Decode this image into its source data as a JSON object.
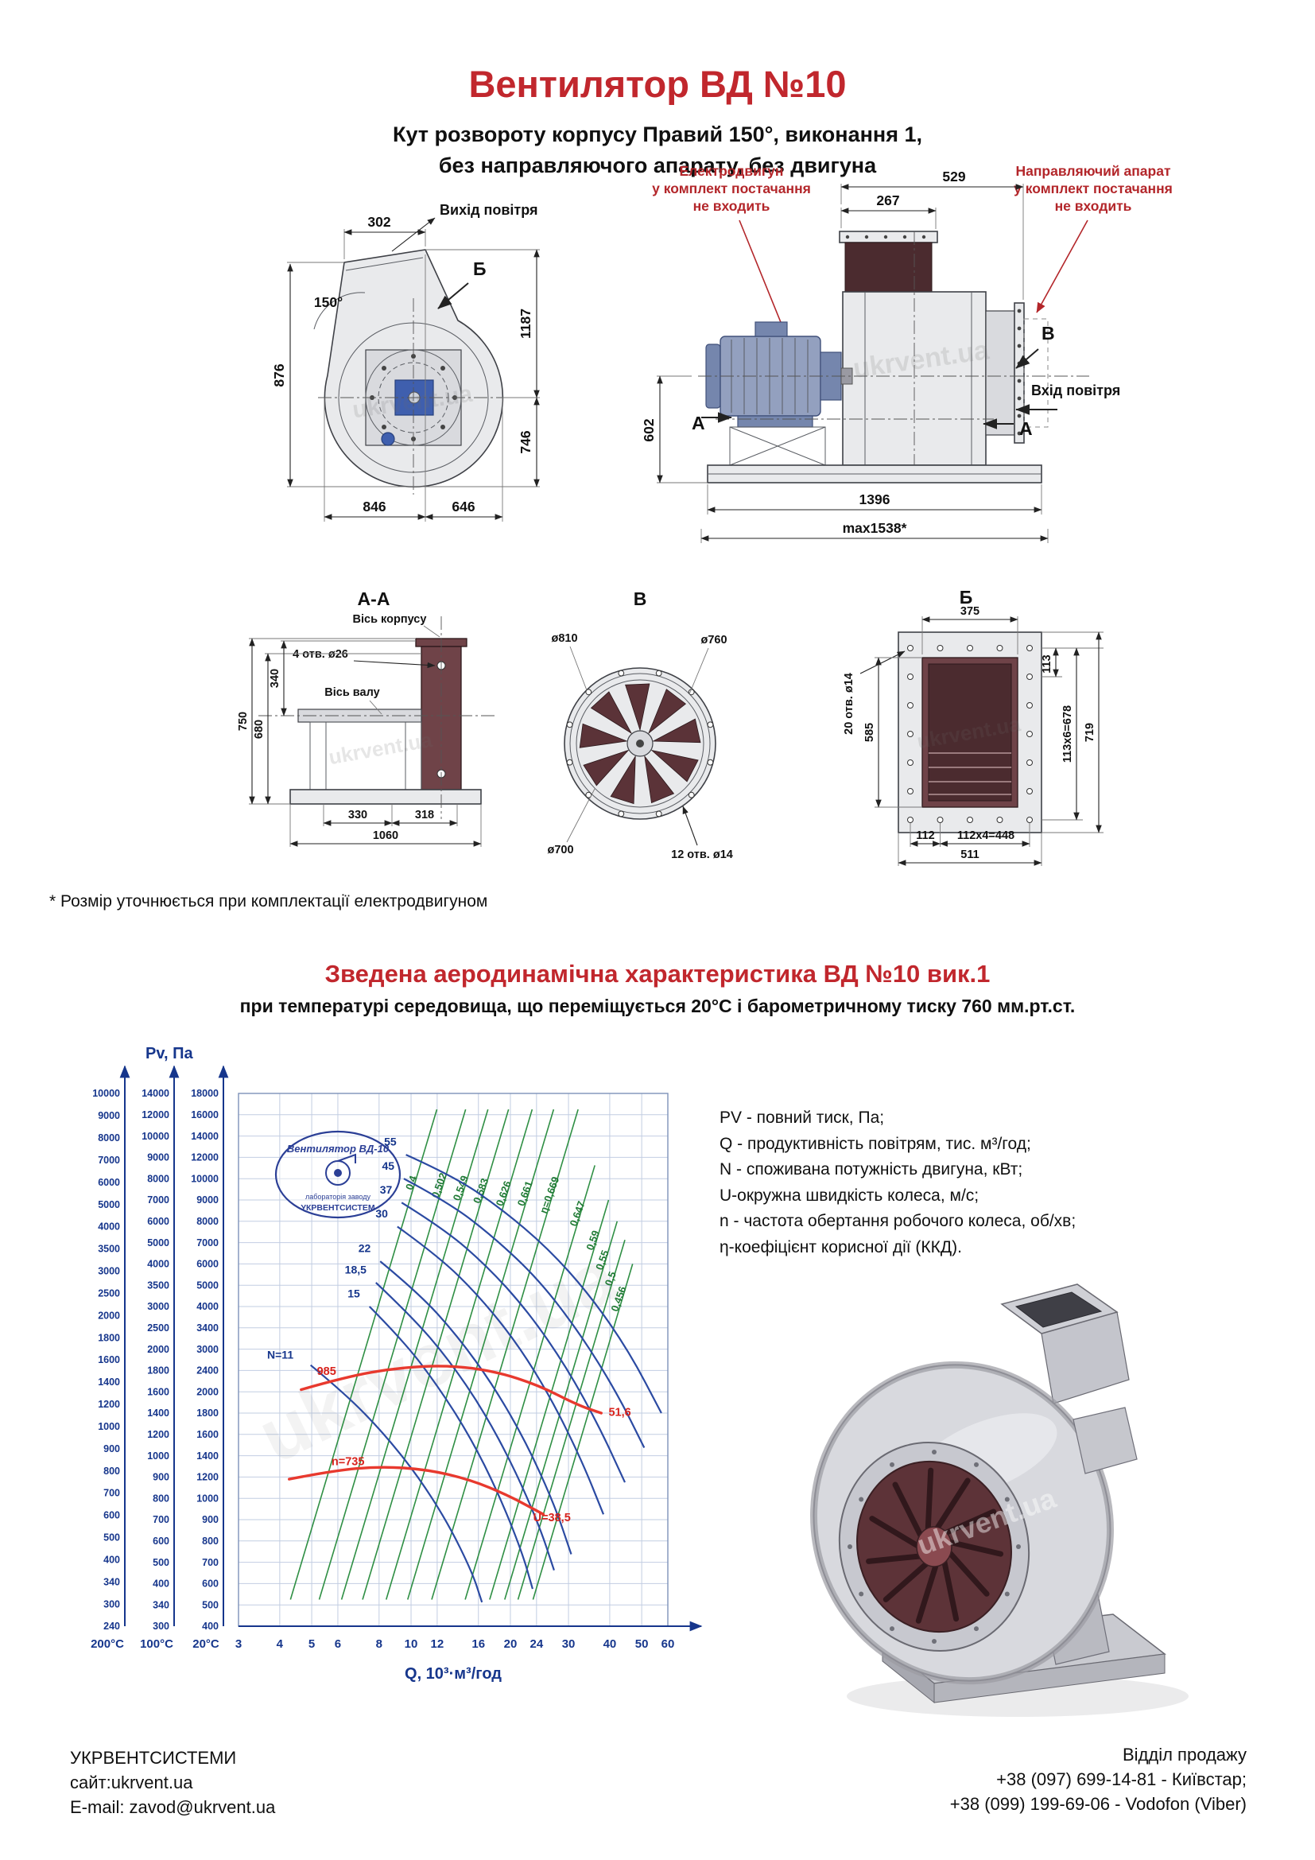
{
  "watermark": "ukrvent.ua",
  "header": {
    "title": "Вентилятор ВД №10",
    "subtitle1": "Кут розвороту корпусу Правий 150°, виконання 1,",
    "subtitle2": "без направляючого апарату, без двигуна"
  },
  "side_view": {
    "dim_302": "302",
    "angle": "150°",
    "label_b": "Б",
    "air_out": "Вихід повітря",
    "dim_876": "876",
    "dim_1187": "1187",
    "dim_746": "746",
    "dim_846": "846",
    "dim_646": "646"
  },
  "front_view": {
    "note_motor": [
      "Електродвигун",
      "у комплект постачання",
      "не входить"
    ],
    "note_guide": [
      "Направляючий апарат",
      "у комплект постачання",
      "не входить"
    ],
    "dim_267": "267",
    "dim_529": "529",
    "dim_602": "602",
    "dim_1396": "1396",
    "dim_max": "max1538*",
    "label_v": "В",
    "air_in": "Вхід повітря",
    "label_a": "А"
  },
  "section_aa": {
    "title": "А-А",
    "axis_body": "Вісь корпусу",
    "holes": "4 отв. ø26",
    "axis_shaft": "Вісь валу",
    "dim_750": "750",
    "dim_680": "680",
    "dim_340": "340",
    "dim_330": "330",
    "dim_318": "318",
    "dim_1060": "1060"
  },
  "section_v": {
    "title": "В",
    "dia_810": "ø810",
    "dia_760": "ø760",
    "dia_700": "ø700",
    "holes": "12 отв. ø14"
  },
  "section_b": {
    "title": "Б",
    "dim_375": "375",
    "holes": "20 отв. ø14",
    "dim_585": "585",
    "dim_113": "113",
    "dim_113x6": "113x6=678",
    "dim_719": "719",
    "dim_112": "112",
    "dim_112x4": "112x4=448",
    "dim_511": "511"
  },
  "footnote": "* Розмір уточнюється при комплектації електродвигуном",
  "aero": {
    "title": "Зведена аеродинамічна характеристика ВД №10 вик.1",
    "subtitle": "при температурі середовища, що переміщується 20°С і барометричному тиску 760 мм.рт.ст."
  },
  "definitions": [
    "PV - повний тиск, Па;",
    "Q - продуктивність повітрям, тис. м³/год;",
    "N - споживана потужність двигуна, кВт;",
    "U-окружна швидкість колеса, м/с;",
    "n - частота обертання робочого колеса, об/хв;",
    "η-коефіцієнт корисної дії (ККД)."
  ],
  "logo": {
    "line1": "Вентилятор ВД-10",
    "line2": "лабораторія заводу",
    "line3": "УКРВЕНТСИСТЕМ"
  },
  "footer": {
    "company": "УКРВЕНТСИСТЕМИ",
    "site": "сайт:ukrvent.ua",
    "email": "E-mail: zavod@ukrvent.ua",
    "sales": "Відділ продажу",
    "phone1": "+38 (097) 699-14-81 - Київстар;",
    "phone2": "+38 (099) 199-69-06 - Vodofon (Viber)"
  },
  "chart_data": {
    "type": "line",
    "title": "Зведена аеродинамічна характеристика ВД №10 вик.1",
    "xlabel": "Q, 10³·м³/год",
    "ylabel": "Pv, Па",
    "x_scale": "log",
    "x_range": [
      3,
      60
    ],
    "x_ticks": [
      3,
      4,
      5,
      6,
      8,
      10,
      12,
      16,
      20,
      24,
      30,
      40,
      50,
      60
    ],
    "grid": true,
    "pressure_scales": [
      {
        "label": "200°С",
        "ticks": [
          10000,
          9000,
          8000,
          7000,
          6000,
          5000,
          4000,
          3500,
          3000,
          2500,
          2000,
          1800,
          1600,
          1400,
          1200,
          1000,
          900,
          800,
          700,
          600,
          500,
          400,
          340,
          300,
          240
        ]
      },
      {
        "label": "100°С",
        "ticks": [
          14000,
          12000,
          10000,
          9000,
          8000,
          7000,
          6000,
          5000,
          4000,
          3500,
          3000,
          2500,
          2000,
          1800,
          1600,
          1400,
          1200,
          1000,
          900,
          800,
          700,
          600,
          500,
          400,
          340,
          300
        ]
      },
      {
        "label": "20°С",
        "ticks": [
          18000,
          16000,
          14000,
          12000,
          10000,
          9000,
          8000,
          7000,
          6000,
          5000,
          4000,
          3400,
          3000,
          2400,
          2000,
          1800,
          1600,
          1400,
          1200,
          1000,
          900,
          800,
          700,
          600,
          500,
          400
        ]
      }
    ],
    "power_curves_kW": [
      {
        "label": "55",
        "label_at": [
          0.368,
          0.098
        ],
        "points": [
          [
            0.39,
            0.115
          ],
          [
            0.5,
            0.155
          ],
          [
            0.61,
            0.215
          ],
          [
            0.72,
            0.29
          ],
          [
            0.82,
            0.38
          ],
          [
            0.91,
            0.485
          ],
          [
            0.985,
            0.6
          ]
        ]
      },
      {
        "label": "45",
        "label_at": [
          0.363,
          0.143
        ],
        "points": [
          [
            0.385,
            0.16
          ],
          [
            0.49,
            0.205
          ],
          [
            0.595,
            0.27
          ],
          [
            0.7,
            0.35
          ],
          [
            0.795,
            0.45
          ],
          [
            0.88,
            0.56
          ],
          [
            0.945,
            0.665
          ]
        ]
      },
      {
        "label": "37",
        "label_at": [
          0.358,
          0.188
        ],
        "points": [
          [
            0.38,
            0.205
          ],
          [
            0.48,
            0.255
          ],
          [
            0.58,
            0.325
          ],
          [
            0.675,
            0.41
          ],
          [
            0.765,
            0.515
          ],
          [
            0.84,
            0.625
          ],
          [
            0.9,
            0.73
          ]
        ]
      },
      {
        "label": "30",
        "label_at": [
          0.348,
          0.233
        ],
        "points": [
          [
            0.37,
            0.25
          ],
          [
            0.465,
            0.305
          ],
          [
            0.56,
            0.38
          ],
          [
            0.65,
            0.47
          ],
          [
            0.73,
            0.575
          ],
          [
            0.8,
            0.69
          ],
          [
            0.85,
            0.79
          ]
        ]
      },
      {
        "label": "22",
        "label_at": [
          0.308,
          0.298
        ],
        "points": [
          [
            0.33,
            0.315
          ],
          [
            0.42,
            0.375
          ],
          [
            0.51,
            0.455
          ],
          [
            0.595,
            0.55
          ],
          [
            0.67,
            0.655
          ],
          [
            0.735,
            0.77
          ],
          [
            0.775,
            0.865
          ]
        ]
      },
      {
        "label": "18,5",
        "label_at": [
          0.298,
          0.338
        ],
        "points": [
          [
            0.32,
            0.355
          ],
          [
            0.405,
            0.42
          ],
          [
            0.49,
            0.5
          ],
          [
            0.57,
            0.595
          ],
          [
            0.64,
            0.7
          ],
          [
            0.7,
            0.81
          ],
          [
            0.735,
            0.895
          ]
        ]
      },
      {
        "label": "15",
        "label_at": [
          0.283,
          0.383
        ],
        "points": [
          [
            0.305,
            0.4
          ],
          [
            0.385,
            0.465
          ],
          [
            0.465,
            0.55
          ],
          [
            0.54,
            0.645
          ],
          [
            0.605,
            0.75
          ],
          [
            0.66,
            0.86
          ],
          [
            0.685,
            0.93
          ]
        ]
      },
      {
        "label": "N=11",
        "label_at": [
          0.128,
          0.498
        ],
        "points": [
          [
            0.168,
            0.51
          ],
          [
            0.25,
            0.565
          ],
          [
            0.335,
            0.635
          ],
          [
            0.415,
            0.715
          ],
          [
            0.487,
            0.805
          ],
          [
            0.545,
            0.9
          ],
          [
            0.567,
            0.955
          ]
        ]
      }
    ],
    "efficiency_lines": [
      {
        "label": "0,4",
        "from": [
          0.121,
          0.95
        ],
        "to": [
          0.462,
          0.03
        ],
        "label_at": [
          0.41,
          0.17
        ]
      },
      {
        "label": "0,502",
        "from": [
          0.188,
          0.95
        ],
        "to": [
          0.529,
          0.03
        ],
        "label_at": [
          0.475,
          0.175
        ]
      },
      {
        "label": "0,549",
        "from": [
          0.24,
          0.95
        ],
        "to": [
          0.581,
          0.03
        ],
        "label_at": [
          0.525,
          0.18
        ]
      },
      {
        "label": "0,583",
        "from": [
          0.289,
          0.95
        ],
        "to": [
          0.629,
          0.03
        ],
        "label_at": [
          0.572,
          0.185
        ]
      },
      {
        "label": "0,626",
        "from": [
          0.344,
          0.95
        ],
        "to": [
          0.684,
          0.03
        ],
        "label_at": [
          0.625,
          0.19
        ]
      },
      {
        "label": "0,661",
        "from": [
          0.394,
          0.95
        ],
        "to": [
          0.734,
          0.03
        ],
        "label_at": [
          0.675,
          0.19
        ]
      },
      {
        "label": "η=0,669",
        "from": [
          0.45,
          0.95
        ],
        "to": [
          0.791,
          0.03
        ],
        "label_at": [
          0.732,
          0.193
        ]
      },
      {
        "label": "0,647",
        "from": [
          0.528,
          0.95
        ],
        "to": [
          0.83,
          0.135
        ],
        "label_at": [
          0.797,
          0.228
        ]
      },
      {
        "label": "0,59",
        "from": [
          0.585,
          0.95
        ],
        "to": [
          0.862,
          0.2
        ],
        "label_at": [
          0.833,
          0.278
        ]
      },
      {
        "label": "0,55",
        "from": [
          0.62,
          0.95
        ],
        "to": [
          0.882,
          0.24
        ],
        "label_at": [
          0.855,
          0.315
        ]
      },
      {
        "label": "0,5",
        "from": [
          0.651,
          0.95
        ],
        "to": [
          0.9,
          0.275
        ],
        "label_at": [
          0.874,
          0.35
        ]
      },
      {
        "label": "0,456",
        "from": [
          0.686,
          0.95
        ],
        "to": [
          0.918,
          0.32
        ],
        "label_at": [
          0.893,
          0.388
        ]
      }
    ],
    "speed_curves": [
      {
        "name": "n=985",
        "points": [
          [
            0.146,
            0.556
          ],
          [
            0.25,
            0.532
          ],
          [
            0.37,
            0.515
          ],
          [
            0.49,
            0.51
          ],
          [
            0.6,
            0.522
          ],
          [
            0.7,
            0.548
          ],
          [
            0.79,
            0.585
          ],
          [
            0.845,
            0.6
          ]
        ],
        "labels": [
          {
            "text": "985",
            "at": [
              0.205,
              0.528
            ],
            "anchor": "middle"
          },
          {
            "text": "51,6",
            "at": [
              0.862,
              0.605
            ],
            "anchor": "start"
          }
        ]
      },
      {
        "name": "n=735",
        "points": [
          [
            0.118,
            0.724
          ],
          [
            0.22,
            0.708
          ],
          [
            0.33,
            0.7
          ],
          [
            0.44,
            0.706
          ],
          [
            0.54,
            0.725
          ],
          [
            0.63,
            0.755
          ],
          [
            0.71,
            0.79
          ]
        ],
        "labels": [
          {
            "text": "n=735",
            "at": [
              0.255,
              0.698
            ],
            "anchor": "middle"
          },
          {
            "text": "U=38,5",
            "at": [
              0.73,
              0.803
            ],
            "anchor": "middle"
          }
        ]
      }
    ]
  }
}
